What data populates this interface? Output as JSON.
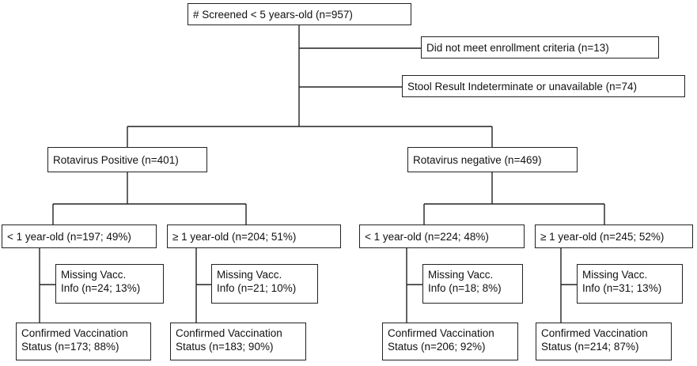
{
  "nodes": {
    "screened": "# Screened < 5 years-old (n=957)",
    "not_met": "Did not meet enrollment criteria (n=13)",
    "stool_indeterminate": "Stool Result Indeterminate or unavailable (n=74)",
    "rota_pos": "Rotavirus Positive (n=401)",
    "rota_neg": "Rotavirus negative (n=469)",
    "pos_lt1": "< 1 year-old (n=197; 49%)",
    "pos_ge1": "≥ 1 year-old (n=204; 51%)",
    "neg_lt1": "< 1 year-old (n=224; 48%)",
    "neg_ge1": "≥ 1 year-old (n=245; 52%)",
    "missing_1": {
      "line1": "Missing Vacc.",
      "line2": "Info (n=24; 13%)"
    },
    "missing_2": {
      "line1": "Missing Vacc.",
      "line2": "Info (n=21; 10%)"
    },
    "missing_3": {
      "line1": "Missing Vacc.",
      "line2": "Info (n=18; 8%)"
    },
    "missing_4": {
      "line1": "Missing Vacc.",
      "line2": "Info (n=31; 13%)"
    },
    "confirmed_1": {
      "line1": "Confirmed Vaccination",
      "line2": "Status (n=173; 88%)"
    },
    "confirmed_2": {
      "line1": "Confirmed Vaccination",
      "line2": "Status (n=183; 90%)"
    },
    "confirmed_3": {
      "line1": "Confirmed Vaccination",
      "line2": "Status (n=206; 92%)"
    },
    "confirmed_4": {
      "line1": "Confirmed Vaccination",
      "line2": "Status (n=214; 87%)"
    }
  }
}
